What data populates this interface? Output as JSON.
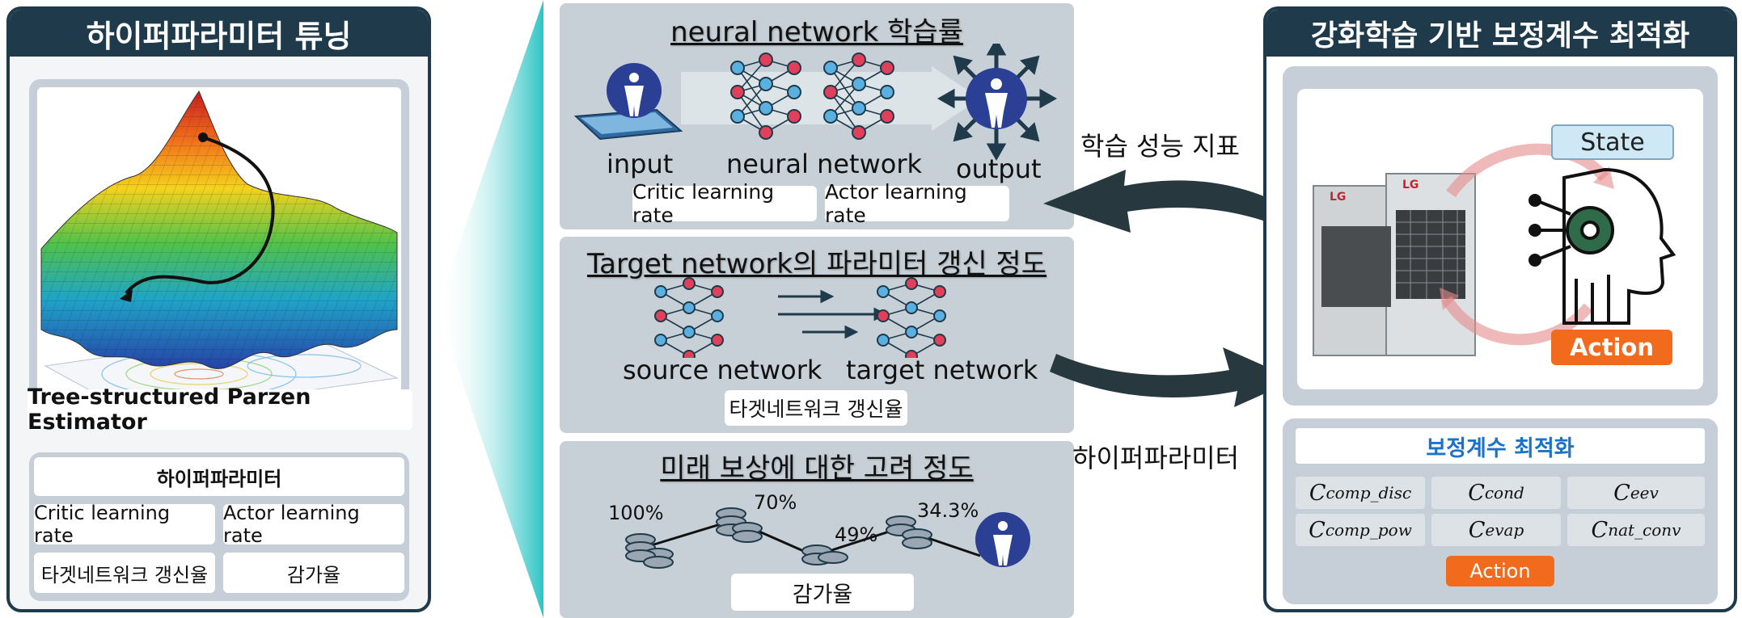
{
  "left": {
    "title": "하이퍼파라미터 튜닝",
    "method_label": "Tree-structured Parzen Estimator",
    "hp_title": "하이퍼파라미터",
    "hp_items": [
      "Critic learning rate",
      "Actor learning rate",
      "타겟네트워크 갱신율",
      "감가율"
    ]
  },
  "middle": {
    "box1": {
      "title": "neural network 학습률",
      "input_label": "input",
      "network_label": "neural network",
      "output_label": "output",
      "tags": [
        "Critic learning rate",
        "Actor learning rate"
      ]
    },
    "box2": {
      "title": "Target network의 파라미터 갱신 정도",
      "source_label": "source network",
      "target_label": "target network",
      "tag": "타겟네트워크 갱신율"
    },
    "box3": {
      "title": "미래 보상에 대한 고려 정도",
      "percents": [
        "100%",
        "70%",
        "49%",
        "34.3%"
      ],
      "tag": "감가율"
    }
  },
  "arrows": {
    "top_label": "학습 성능 지표",
    "bottom_label": "하이퍼파라미터"
  },
  "right": {
    "title": "강화학습 기반 보정계수 최적화",
    "state_label": "State",
    "action_label": "Action",
    "unit_brand": "LG",
    "coef_title": "보정계수 최적화",
    "coefficients": [
      {
        "base": "C",
        "sub": "comp_disc"
      },
      {
        "base": "C",
        "sub": "cond"
      },
      {
        "base": "C",
        "sub": "eev"
      },
      {
        "base": "C",
        "sub": "comp_pow"
      },
      {
        "base": "C",
        "sub": "evap"
      },
      {
        "base": "C",
        "sub": "nat_conv"
      }
    ],
    "coef_action_label": "Action"
  },
  "colors": {
    "header": "#1f3a4a",
    "panel_gray": "#c7d0d7",
    "action_orange": "#f26b1d",
    "state_blue": "#cfe8f6",
    "teal": "#2cc4c4",
    "node_blue": "#5ab0e0",
    "node_red": "#e0405a",
    "person_blue": "#2b3f95"
  }
}
